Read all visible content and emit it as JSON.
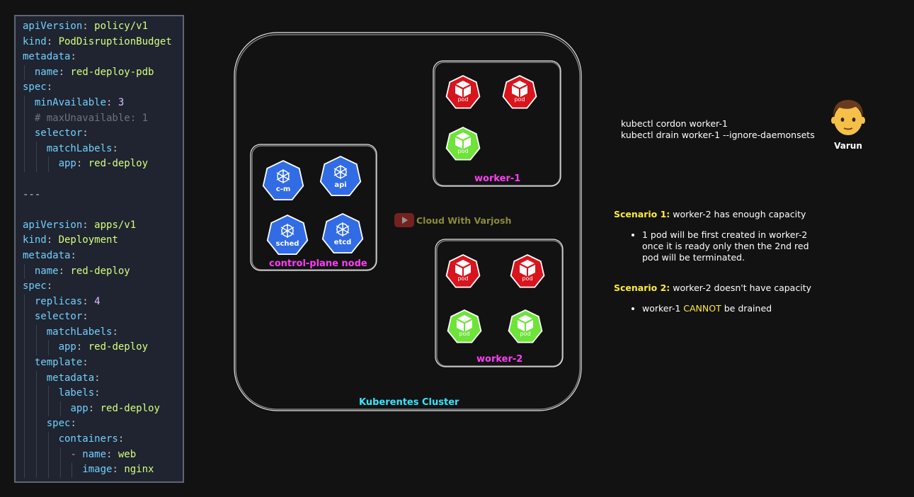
{
  "code": [
    [
      [
        "k",
        "apiVersion"
      ],
      [
        "p",
        ": "
      ],
      [
        "v",
        "policy/v1"
      ]
    ],
    [
      [
        "k",
        "kind"
      ],
      [
        "p",
        ": "
      ],
      [
        "v",
        "PodDisruptionBudget"
      ]
    ],
    [
      [
        "k",
        "metadata"
      ],
      [
        "p",
        ":"
      ]
    ],
    [
      [
        "p",
        "  "
      ],
      [
        "k",
        "name"
      ],
      [
        "p",
        ": "
      ],
      [
        "v",
        "red-deploy-pdb"
      ]
    ],
    [
      [
        "k",
        "spec"
      ],
      [
        "p",
        ":"
      ]
    ],
    [
      [
        "p",
        "  "
      ],
      [
        "k",
        "minAvailable"
      ],
      [
        "p",
        ": "
      ],
      [
        "n",
        "3"
      ]
    ],
    [
      [
        "p",
        "  "
      ],
      [
        "c",
        "# maxUnavailable: 1"
      ]
    ],
    [
      [
        "p",
        "  "
      ],
      [
        "k",
        "selector"
      ],
      [
        "p",
        ":"
      ]
    ],
    [
      [
        "p",
        "    "
      ],
      [
        "k",
        "matchLabels"
      ],
      [
        "p",
        ":"
      ]
    ],
    [
      [
        "p",
        "      "
      ],
      [
        "k",
        "app"
      ],
      [
        "p",
        ": "
      ],
      [
        "v",
        "red-deploy"
      ]
    ],
    [
      [
        "p",
        ""
      ]
    ],
    [
      [
        "sep",
        "---"
      ]
    ],
    [
      [
        "p",
        ""
      ]
    ],
    [
      [
        "k",
        "apiVersion"
      ],
      [
        "p",
        ": "
      ],
      [
        "v",
        "apps/v1"
      ]
    ],
    [
      [
        "k",
        "kind"
      ],
      [
        "p",
        ": "
      ],
      [
        "v",
        "Deployment"
      ]
    ],
    [
      [
        "k",
        "metadata"
      ],
      [
        "p",
        ":"
      ]
    ],
    [
      [
        "p",
        "  "
      ],
      [
        "k",
        "name"
      ],
      [
        "p",
        ": "
      ],
      [
        "v",
        "red-deploy"
      ]
    ],
    [
      [
        "k",
        "spec"
      ],
      [
        "p",
        ":"
      ]
    ],
    [
      [
        "p",
        "  "
      ],
      [
        "k",
        "replicas"
      ],
      [
        "p",
        ": "
      ],
      [
        "n",
        "4"
      ]
    ],
    [
      [
        "p",
        "  "
      ],
      [
        "k",
        "selector"
      ],
      [
        "p",
        ":"
      ]
    ],
    [
      [
        "p",
        "    "
      ],
      [
        "k",
        "matchLabels"
      ],
      [
        "p",
        ":"
      ]
    ],
    [
      [
        "p",
        "      "
      ],
      [
        "k",
        "app"
      ],
      [
        "p",
        ": "
      ],
      [
        "v",
        "red-deploy"
      ]
    ],
    [
      [
        "p",
        "  "
      ],
      [
        "k",
        "template"
      ],
      [
        "p",
        ":"
      ]
    ],
    [
      [
        "p",
        "    "
      ],
      [
        "k",
        "metadata"
      ],
      [
        "p",
        ":"
      ]
    ],
    [
      [
        "p",
        "      "
      ],
      [
        "k",
        "labels"
      ],
      [
        "p",
        ":"
      ]
    ],
    [
      [
        "p",
        "        "
      ],
      [
        "k",
        "app"
      ],
      [
        "p",
        ": "
      ],
      [
        "v",
        "red-deploy"
      ]
    ],
    [
      [
        "p",
        "    "
      ],
      [
        "k",
        "spec"
      ],
      [
        "p",
        ":"
      ]
    ],
    [
      [
        "p",
        "      "
      ],
      [
        "k",
        "containers"
      ],
      [
        "p",
        ":"
      ]
    ],
    [
      [
        "p",
        "        "
      ],
      [
        "dash",
        "- "
      ],
      [
        "k",
        "name"
      ],
      [
        "p",
        ": "
      ],
      [
        "v",
        "web"
      ]
    ],
    [
      [
        "p",
        "          "
      ],
      [
        "k",
        "image"
      ],
      [
        "p",
        ": "
      ],
      [
        "v",
        "nginx"
      ]
    ]
  ],
  "diagram": {
    "cluster_label": "Kuberentes Cluster",
    "control_plane_label": "control-plane node",
    "worker1_label": "worker-1",
    "worker2_label": "worker-2",
    "components": [
      "c-m",
      "api",
      "sched",
      "etcd"
    ],
    "pod_label": "pod",
    "worker1_pods": [
      "red",
      "red",
      "green"
    ],
    "worker2_pods": [
      "red",
      "red",
      "green",
      "green"
    ],
    "watermark": "Cloud With Varjosh"
  },
  "commands": [
    "kubectl cordon worker-1",
    "kubectl drain worker-1 --ignore-daemonsets"
  ],
  "avatar_name": "Varun",
  "scenario1": {
    "title": "Scenario 1:",
    "text": " worker-2 has enough capacity",
    "bullet": "1 pod will be first created in worker-2 once it is ready only then the 2nd red pod will be terminated."
  },
  "scenario2": {
    "title": "Scenario 2:",
    "text": " worker-2 doesn't have capacity",
    "bullet_before": "worker-1 ",
    "bullet_highlight": "CANNOT",
    "bullet_after": " be drained"
  },
  "colors": {
    "pod_red": "#d8141c",
    "pod_green": "#6ee33a",
    "k8s_blue": "#326ce5",
    "label_magenta": "#ff3df5",
    "label_cyan": "#35e6ff",
    "scenario_yellow": "#ffeb3b"
  },
  "icons": {
    "pod": "cube-heptagon-icon",
    "component": "kubernetes-heptagon-icon",
    "avatar": "man-face-emoji",
    "watermark": "youtube-play-icon"
  }
}
